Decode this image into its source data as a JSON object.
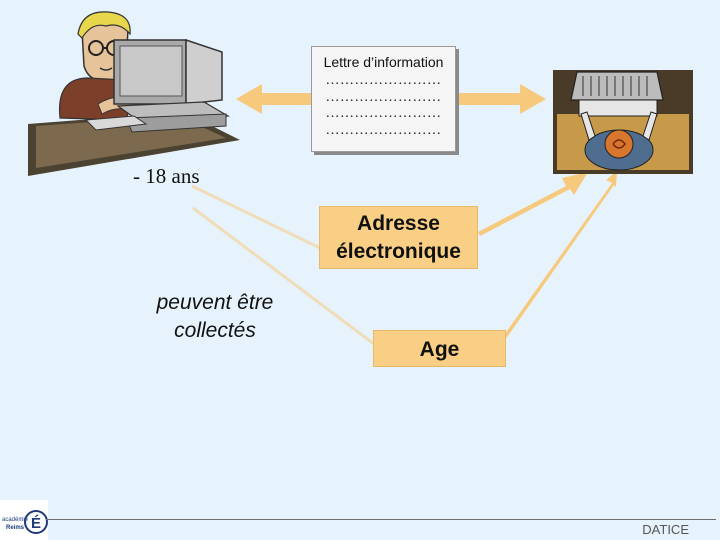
{
  "newsletter": {
    "title": "Lettre d’information",
    "lines": [
      "……………………",
      "……………………",
      "……………………",
      "……………………"
    ]
  },
  "labels": {
    "minor": "- 18 ans",
    "email": [
      "Adresse",
      "électronique"
    ],
    "age": "Age",
    "collected": [
      "peuvent être",
      "collectés"
    ]
  },
  "footer": {
    "text": "DATICE",
    "logo_text": "académie Reims"
  },
  "colors": {
    "background": "#e6f3fc",
    "arrow": "#f8cf85",
    "box": "#f8cf85"
  }
}
